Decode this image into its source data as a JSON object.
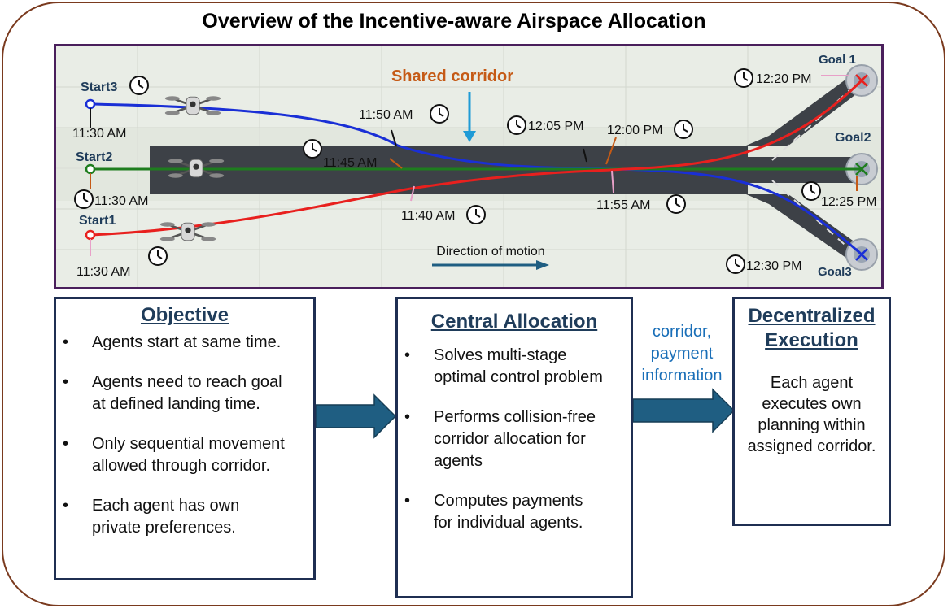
{
  "title": "Overview of the Incentive-aware Airspace Allocation",
  "scene": {
    "shared_corridor_label": "Shared corridor",
    "direction_label": "Direction of motion",
    "starts": [
      "Start3",
      "Start2",
      "Start1"
    ],
    "goals": [
      "Goal 1",
      "Goal2",
      "Goal3"
    ],
    "times": {
      "start3": "11:30 AM",
      "start2": "11:30 AM",
      "start1": "11:30 AM",
      "t_1150": "11:50 AM",
      "t_1145": "11:45 AM",
      "t_1140": "11:40 AM",
      "t_1205": "12:05 PM",
      "t_1200": "12:00 PM",
      "t_1155": "11:55 AM",
      "goal1": "12:20 PM",
      "goal2": "12:25 PM",
      "goal3": "12:30 PM"
    },
    "colors": {
      "agent1": "#e8201e",
      "agent2": "#1e7d1e",
      "agent3": "#1a2fd6",
      "corridor": "#3d4147",
      "title_orange": "#c55a16",
      "arrow_blue": "#1f9bd6",
      "motion_arrow": "#1f5e82"
    }
  },
  "objective": {
    "title": "Objective",
    "items": [
      "Agents start at same time.",
      "Agents need to reach goal at defined landing time.",
      "Only sequential movement allowed through corridor.",
      "Each agent has own private preferences."
    ],
    "lines": [
      [
        "Agents start at same time."
      ],
      [
        "Agents need to reach goal",
        "at defined landing time."
      ],
      [
        "Only sequential movement",
        "allowed through corridor."
      ],
      [
        "Each agent has own",
        "private preferences."
      ]
    ]
  },
  "central": {
    "title": "Central Allocation",
    "lines": [
      [
        "Solves multi-stage",
        "optimal control problem"
      ],
      [
        "Performs collision-free",
        "corridor allocation for",
        "agents"
      ],
      [
        "Computes payments",
        "for individual agents."
      ]
    ]
  },
  "flow_label": [
    "corridor,",
    "payment",
    "information"
  ],
  "decentralized": {
    "title_lines": [
      "Decentralized",
      "Execution"
    ],
    "text_lines": [
      "Each agent",
      "executes own",
      "planning within",
      "assigned corridor."
    ]
  }
}
